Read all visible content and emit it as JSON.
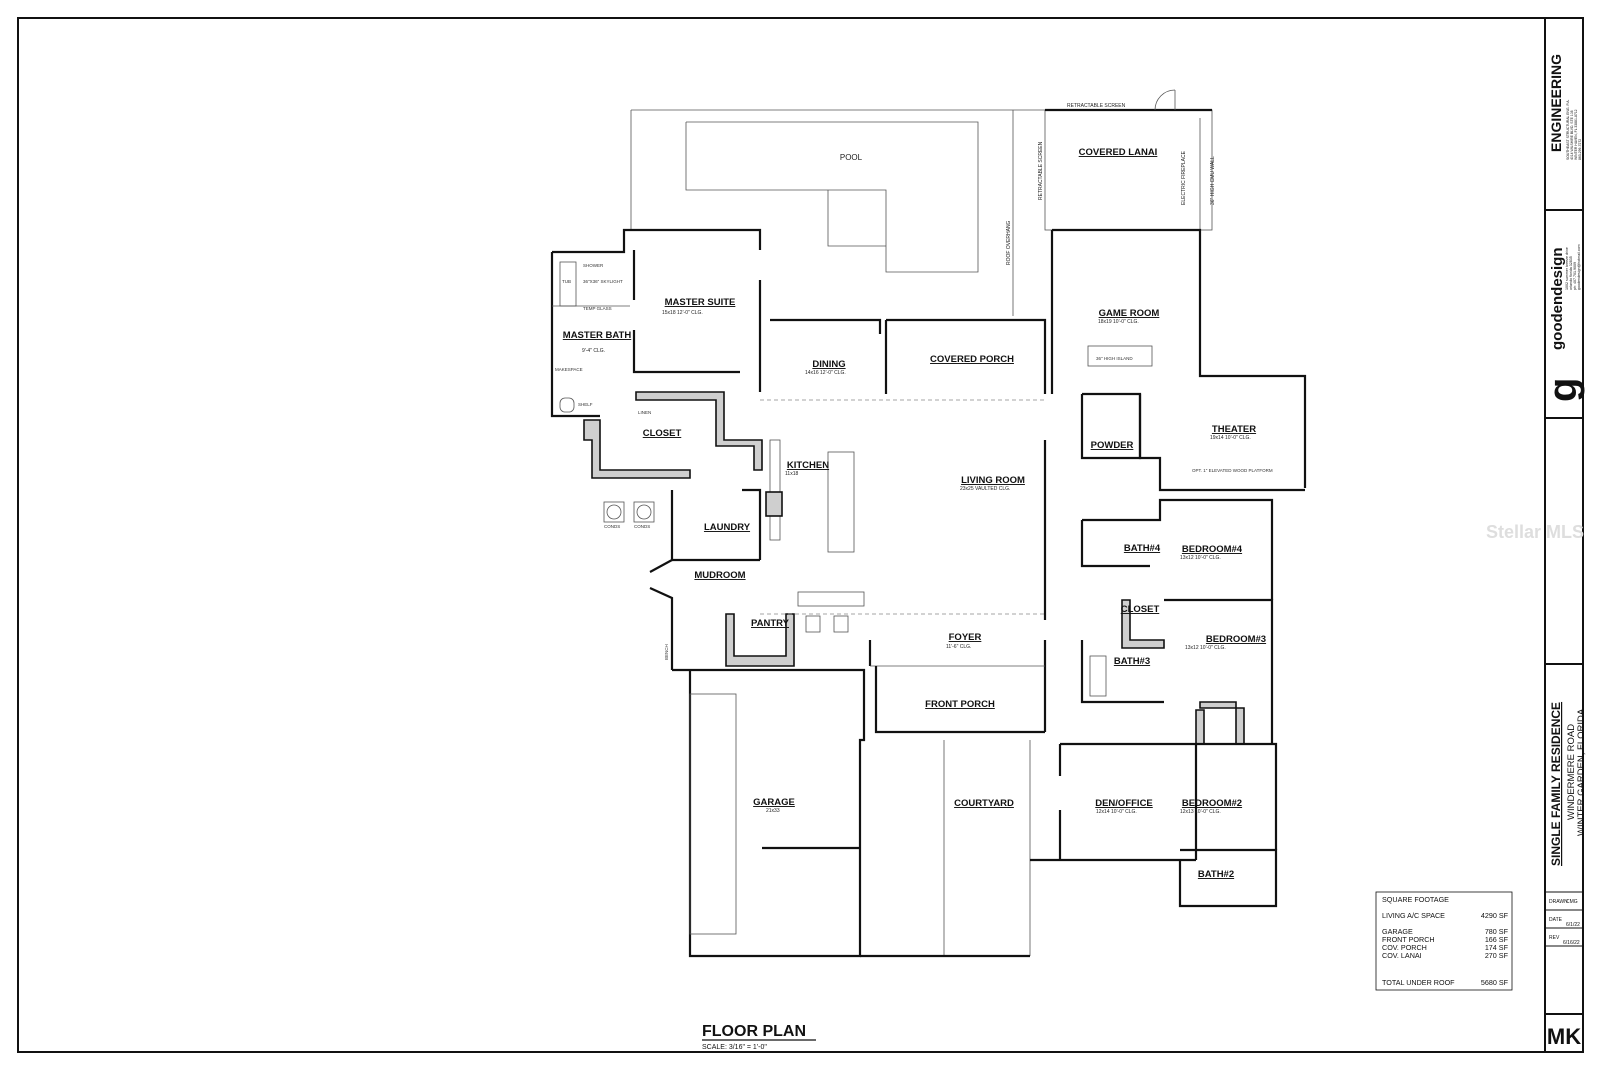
{
  "sheet": {
    "title": "FLOOR PLAN",
    "scale": "SCALE: 3/16\" = 1'-0\"",
    "watermark": "Stellar MLS",
    "initials": "MK"
  },
  "rooms": {
    "pool": {
      "name": "POOL"
    },
    "covered_lanai": {
      "name": "COVERED LANAI"
    },
    "retractable_screen_top": {
      "name": "RETRACTABLE SCREEN"
    },
    "retractable_screen_side": {
      "name": "RETRACTABLE SCREEN"
    },
    "master_suite": {
      "name": "MASTER SUITE",
      "dim": "15x18    12'-0\" CLG."
    },
    "master_bath": {
      "name": "MASTER BATH",
      "dim": "9'-4\" CLG."
    },
    "closet_master": {
      "name": "CLOSET"
    },
    "linen": {
      "name": "LINEN"
    },
    "dining": {
      "name": "DINING",
      "dim": "14x16    12'-0\" CLG."
    },
    "covered_porch": {
      "name": "COVERED PORCH"
    },
    "game_room": {
      "name": "GAME ROOM",
      "dim": "18x19    10'-0\" CLG."
    },
    "island": {
      "name": "36\" HIGH ISLAND"
    },
    "kitchen": {
      "name": "KITCHEN",
      "dim": "11x18"
    },
    "living_room": {
      "name": "LIVING ROOM",
      "dim": "23x25    VAULTED CLG."
    },
    "powder": {
      "name": "POWDER"
    },
    "theater": {
      "name": "THEATER",
      "dim": "19x14    10'-0\" CLG."
    },
    "platform": {
      "name": "OPT. 1\" ELEVATED WOOD PLATFORM"
    },
    "laundry": {
      "name": "LAUNDRY"
    },
    "mudroom": {
      "name": "MUDROOM"
    },
    "pantry": {
      "name": "PANTRY"
    },
    "bath4": {
      "name": "BATH#4"
    },
    "bedroom4": {
      "name": "BEDROOM#4",
      "dim": "13x12    10'-0\" CLG."
    },
    "closet_bed": {
      "name": "CLOSET"
    },
    "bedroom3": {
      "name": "BEDROOM#3",
      "dim": "13x12    10'-0\" CLG."
    },
    "bath3": {
      "name": "BATH#3"
    },
    "foyer": {
      "name": "FOYER",
      "dim": "11'-6\" CLG."
    },
    "front_porch": {
      "name": "FRONT PORCH"
    },
    "garage": {
      "name": "GARAGE",
      "dim": "21x33"
    },
    "courtyard": {
      "name": "COURTYARD"
    },
    "den_office": {
      "name": "DEN/OFFICE",
      "dim": "12x14    10'-0\" CLG."
    },
    "bedroom2": {
      "name": "BEDROOM#2",
      "dim": "12x13    10'-0\" CLG."
    },
    "bath2": {
      "name": "BATH#2"
    },
    "shower_master": {
      "name": "SHOWER"
    },
    "tub_master": {
      "name": "TUB"
    },
    "temp_glass": {
      "name": "TEMP GLASS"
    },
    "skylight": {
      "name": "36\"X36\" SKYLIGHT"
    },
    "makespace": {
      "name": "MAKESPACE"
    },
    "shelf": {
      "name": "SHELF"
    },
    "condenser1": {
      "name": "CONDS"
    },
    "condenser2": {
      "name": "CONDS"
    },
    "bench": {
      "name": "BENCH"
    },
    "fireplace": {
      "name": "ELECTRIC FIREPLACE"
    },
    "wall_36": {
      "name": "36\" HIGH CMU WALL"
    },
    "roof_overhang": {
      "name": "ROOF OVERHANG"
    }
  },
  "square_footage": {
    "heading": "SQUARE FOOTAGE",
    "living": {
      "label": "LIVING A/C SPACE",
      "value": "4290 SF"
    },
    "items": [
      {
        "label": "GARAGE",
        "value": "780 SF"
      },
      {
        "label": "FRONT PORCH",
        "value": "166 SF"
      },
      {
        "label": "COV. PORCH",
        "value": "174 SF"
      },
      {
        "label": "COV. LANAI",
        "value": "270 SF"
      }
    ],
    "total": {
      "label": "TOTAL UNDER ROOF",
      "value": "5680 SF"
    }
  },
  "title_block": {
    "engineering": "ENGINEERING",
    "engineering_lines": [
      "SOUTHEAST STRUCTURAL ENG. P.A.",
      "4014 WILSHIRE BLVD. STE 108",
      "WINTER HAVEN, FL 33881-8712",
      "863-299-7272"
    ],
    "firm": "goodendesign",
    "firm_logo_letter": "g",
    "firm_lines": [
      "1002 summer breeze drive",
      "orlando florida 32835",
      "ph: 407.701.9009",
      "goodendesign@hotmail.com"
    ],
    "project": "SINGLE FAMILY RESIDENCE",
    "road": "WINDERMERE ROAD",
    "city": "WINTER GARDEN, FLORIDA",
    "drawn_label": "DRAWN",
    "drawn_value": "CMG",
    "date_label": "DATE",
    "date_value": "6/1/22",
    "rev_label": "REV",
    "rev_value": "6/16/22"
  }
}
